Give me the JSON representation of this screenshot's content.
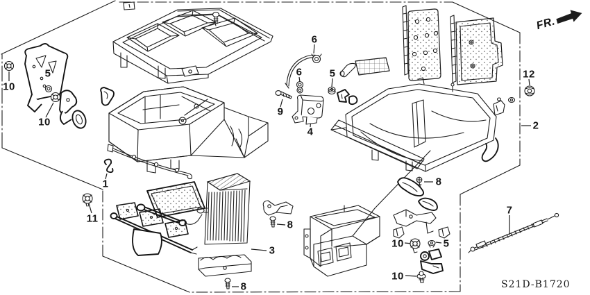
{
  "diagram": {
    "code": "S21D-B1720",
    "fr_label": "FR.",
    "background": "#ffffff",
    "line_color": "#1c1c1c",
    "callouts": [
      {
        "label": "10"
      },
      {
        "label": "5"
      },
      {
        "label": "10"
      },
      {
        "label": "6"
      },
      {
        "label": "6"
      },
      {
        "label": "5"
      },
      {
        "label": "9"
      },
      {
        "label": "4"
      },
      {
        "label": "12"
      },
      {
        "label": "2"
      },
      {
        "label": "1"
      },
      {
        "label": "11"
      },
      {
        "label": "8"
      },
      {
        "label": "3"
      },
      {
        "label": "8"
      },
      {
        "label": "8"
      },
      {
        "label": "10"
      },
      {
        "label": "5"
      },
      {
        "label": "10"
      },
      {
        "label": "7"
      }
    ]
  }
}
